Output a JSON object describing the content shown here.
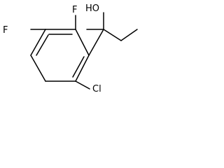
{
  "structure": {
    "atoms": {
      "hydroxyl": "HO",
      "fluorine_top": "F",
      "fluorine_left": "F",
      "chlorine": "Cl"
    }
  }
}
